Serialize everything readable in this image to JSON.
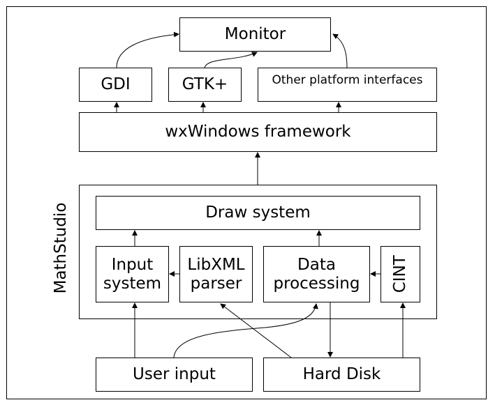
{
  "diagram": {
    "nodes": {
      "monitor": "Monitor",
      "gdi": "GDI",
      "gtk": "GTK+",
      "other": "Other platform interfaces",
      "wxwindows": "wxWindows framework",
      "mathstudio": "MathStudio",
      "draw_system": "Draw system",
      "input_system_line1": "Input",
      "input_system_line2": "system",
      "libxml_line1": "LibXML",
      "libxml_line2": "parser",
      "data_processing_line1": "Data",
      "data_processing_line2": "processing",
      "cint": "CINT",
      "user_input": "User input",
      "hard_disk": "Hard Disk"
    },
    "edges": [
      {
        "from": "GDI",
        "to": "Monitor"
      },
      {
        "from": "GTK+",
        "to": "Monitor"
      },
      {
        "from": "Other platform interfaces",
        "to": "Monitor"
      },
      {
        "from": "wxWindows framework",
        "to": "GDI"
      },
      {
        "from": "wxWindows framework",
        "to": "GTK+"
      },
      {
        "from": "wxWindows framework",
        "to": "Other platform interfaces"
      },
      {
        "from": "MathStudio",
        "to": "wxWindows framework"
      },
      {
        "from": "Input system",
        "to": "Draw system"
      },
      {
        "from": "Data processing",
        "to": "Draw system"
      },
      {
        "from": "LibXML parser",
        "to": "Input system"
      },
      {
        "from": "CINT",
        "to": "Data processing"
      },
      {
        "from": "User input",
        "to": "Input system"
      },
      {
        "from": "User input",
        "to": "Data processing"
      },
      {
        "from": "Hard Disk",
        "to": "LibXML parser"
      },
      {
        "from": "Data processing",
        "to": "Hard Disk"
      },
      {
        "from": "Hard Disk",
        "to": "CINT"
      }
    ]
  }
}
